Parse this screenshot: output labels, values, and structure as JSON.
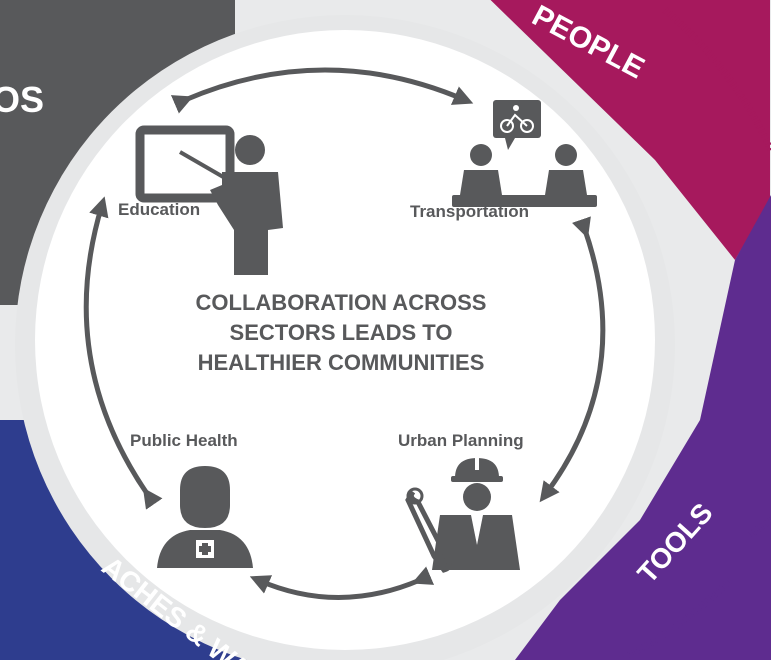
{
  "colors": {
    "background": "#e9eaeb",
    "dark_panel": "#58595b",
    "magenta": "#a6195d",
    "purple": "#5e2c8f",
    "navy": "#2e3d8e",
    "inner_circle": "#ffffff",
    "icon": "#58595b"
  },
  "ring_labels": {
    "top_left": "OS",
    "top_right": "PEOPLE",
    "right": "TOOLS",
    "bottom_left": "ACHES & WA"
  },
  "center": {
    "line1": "COLLABORATION ACROSS",
    "line2": "SECTORS LEADS TO",
    "line3": "HEALTHIER COMMUNITIES"
  },
  "sectors": {
    "education": "Education",
    "transportation": "Transportation",
    "public_health": "Public Health",
    "urban_planning": "Urban Planning"
  },
  "icons": {
    "education": "teacher-icon",
    "transportation": "meeting-bicycle-icon",
    "public_health": "doctor-icon",
    "urban_planning": "engineer-blueprint-icon"
  }
}
